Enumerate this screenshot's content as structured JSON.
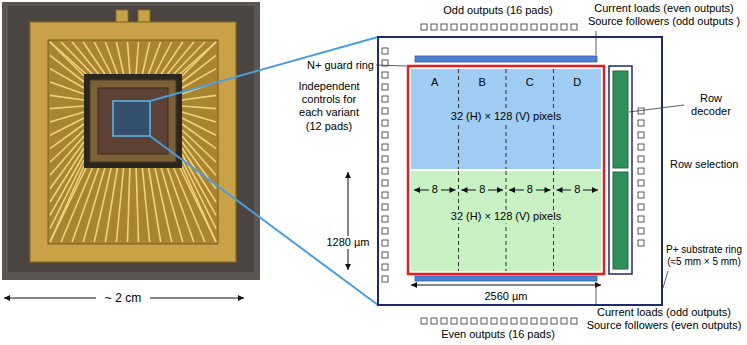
{
  "diagram": {
    "nodes": [
      {
        "text": [
          "A",
          "B",
          "C",
          "D",
          "32 (H) × 128 (V) pixels"
        ]
      },
      {
        "text": [
          "8",
          "8",
          "8",
          "8",
          "32 (H) × 128 (V) pixels"
        ]
      }
    ],
    "labels": [
      "Odd outputs (16 pads)",
      "Current loads (even outputs) Source followers (odd outputs )",
      "N+ guard ring",
      "Independent controls for each variant (12 pads)",
      "Row decoder",
      "Row selection",
      "1280 µm",
      "P+ substrate ring (≈5 mm × 5 mm)",
      "2560 µm",
      "Current loads (odd outputs) Source followers (even outputs)",
      "Even outputs (16 pads)",
      "~ 2 cm"
    ]
  }
}
